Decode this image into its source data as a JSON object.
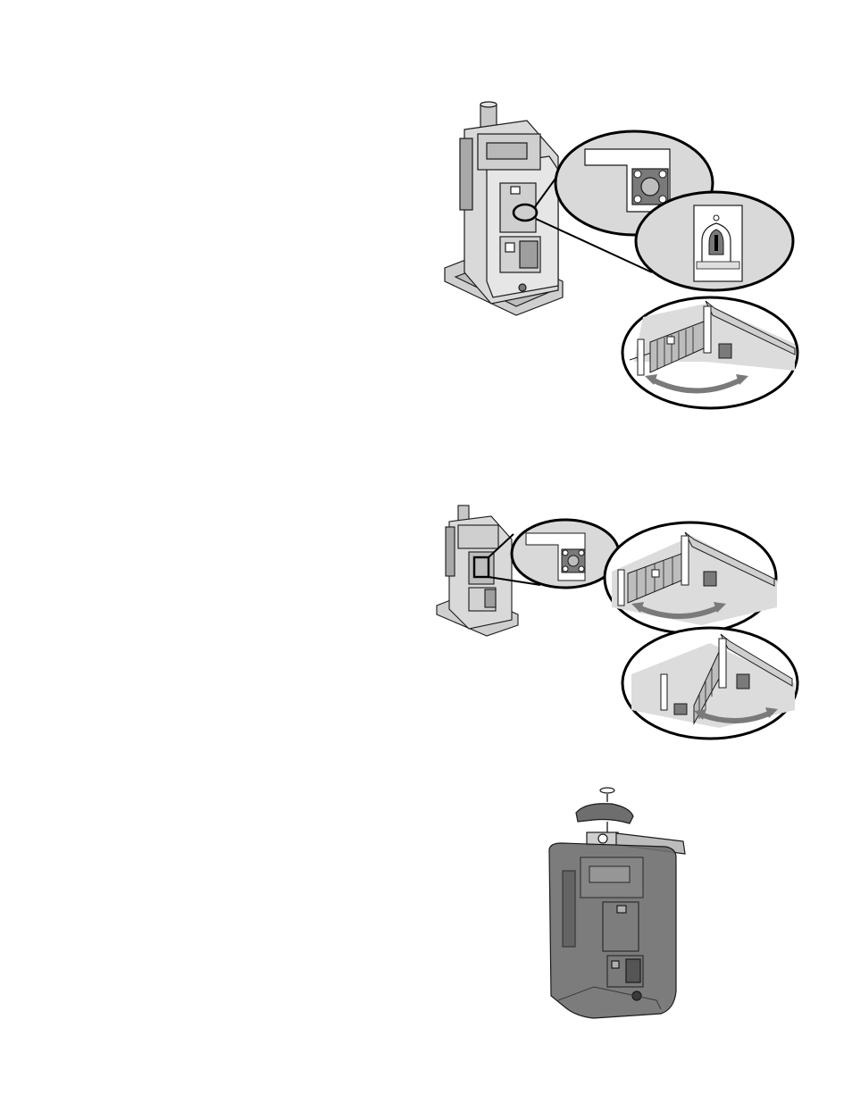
{
  "page": {
    "figures": [
      {
        "id": "operator-with-breaker-and-switch-callouts",
        "callouts": [
          "circuit-breaker-detail",
          "power-switch-detail",
          "single-gate-swing-scene"
        ]
      },
      {
        "id": "operator-with-breaker-callout",
        "callouts": [
          "circuit-breaker-detail",
          "gate-swing-scene-a",
          "gate-swing-scene-b"
        ]
      },
      {
        "id": "operator-cover-installation",
        "callouts": []
      }
    ],
    "colors": {
      "line": "#1a1a1a",
      "light_gray": "#d9d9d9",
      "mid_gray": "#bdbdbd",
      "dark_gray": "#7a7a7a",
      "cover_gray": "#6e6e6e"
    }
  }
}
